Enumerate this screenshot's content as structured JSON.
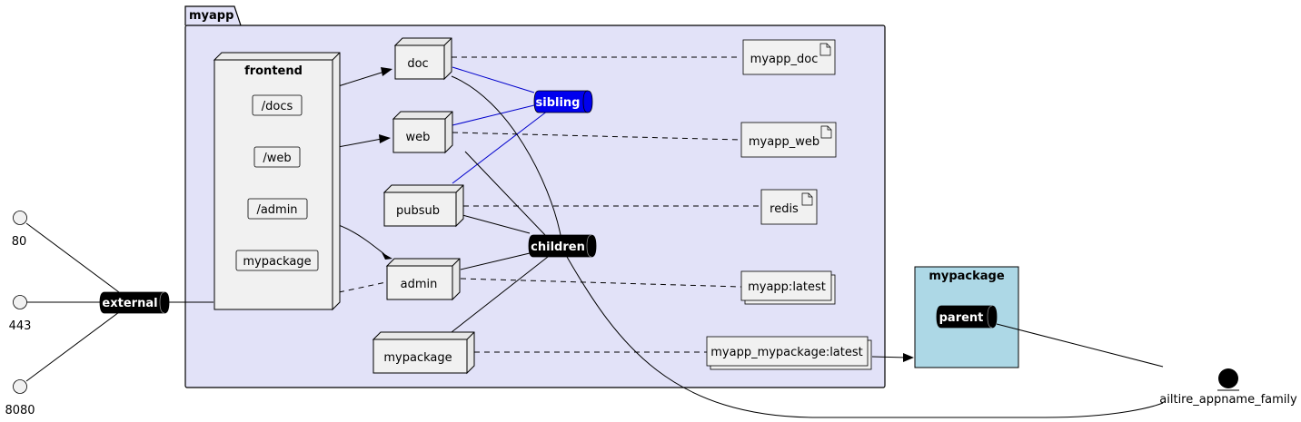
{
  "package": {
    "name": "myapp"
  },
  "frontend": {
    "title": "frontend",
    "routes": [
      "/docs",
      "/web",
      "/admin",
      "mypackage"
    ]
  },
  "nodes": {
    "doc": "doc",
    "web": "web",
    "pubsub": "pubsub",
    "admin": "admin",
    "mypackage": "mypackage"
  },
  "networks": {
    "sibling": "sibling",
    "children": "children",
    "external": "external",
    "parent": "parent"
  },
  "artifacts": {
    "myapp_doc": "myapp_doc",
    "myapp_web": "myapp_web",
    "redis": "redis",
    "myapp_latest": "myapp:latest",
    "myapp_mypackage_latest": "myapp_mypackage:latest"
  },
  "ports": [
    "80",
    "443",
    "8080"
  ],
  "outer_package": {
    "name": "mypackage"
  },
  "external_entity": "ailtire_appname_family",
  "colors": {
    "package_fill": "#e2e2f8",
    "node_fill": "#f1f1f1",
    "sibling_fill": "#0000ee",
    "network_fill": "#000000",
    "outer_package_fill": "#add8e6",
    "sibling_line": "#0000cc"
  }
}
